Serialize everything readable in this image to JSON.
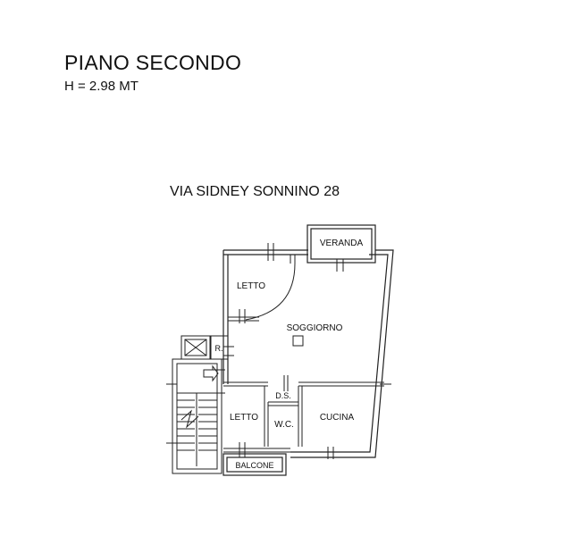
{
  "header": {
    "floor_title": "PIANO SECONDO",
    "height_note": "H = 2.98 MT",
    "street_label": "VIA SIDNEY SONNINO 28"
  },
  "rooms": {
    "veranda": "VERANDA",
    "letto_top": "LETTO",
    "soggiorno": "SOGGIORNO",
    "ripostiglio": "R.",
    "disimpegno": "D.S.",
    "letto_bottom": "LETTO",
    "wc": "W.C.",
    "cucina": "CUCINA",
    "balcone": "BALCONE"
  }
}
